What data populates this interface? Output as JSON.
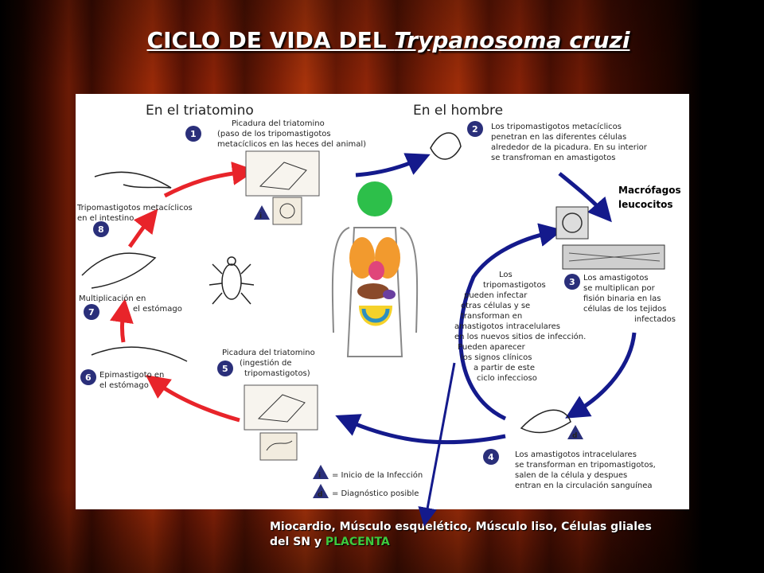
{
  "title": {
    "main": "CICLO DE VIDA DEL ",
    "italic": "Trypanosoma cruzi"
  },
  "headings": {
    "left": "En el triatomino",
    "right": "En el hombre"
  },
  "steps": [
    {
      "num": "1",
      "lines": [
        "Picadura del triatomino",
        "(paso de los tripomastigotos",
        "metacíclicos en las heces del animal)"
      ]
    },
    {
      "num": "2",
      "lines": [
        "Los tripomastigotos metacíclicos",
        "penetran en las diferentes células",
        "alrededor de la picadura. En su interior",
        "se transfroman en amastigotos"
      ]
    },
    {
      "num": "3",
      "lines": [
        "Los amastigotos",
        "se multiplican por",
        "fisión binaria en las",
        "células de los tejidos",
        "infectados"
      ]
    },
    {
      "num": "4",
      "lines": [
        "Los amastigotos intracelulares",
        "se transforman en tripomastigotos,",
        "salen de la célula y despues",
        "entran en la circulación sanguínea"
      ]
    },
    {
      "num": "5",
      "lines": [
        "Picadura del triatomino",
        "(ingestión de",
        "tripomastigotos)"
      ]
    },
    {
      "num": "6",
      "lines": [
        "Epimastigoto en",
        "el estómago"
      ]
    },
    {
      "num": "7",
      "lines": [
        "Multiplicación en",
        "el estómago"
      ]
    },
    {
      "num": "8",
      "lines": [
        "Tripomastigotos metacíclicos",
        "en el intestino"
      ]
    }
  ],
  "center_note": [
    "Los",
    "tripomastigotos",
    "pueden infectar",
    "otras células y se",
    "transforman en",
    "amastigotos intracelulares",
    "en los nuevos sitios de infección.",
    "Pueden aparecer",
    "los signos clínicos",
    "a partir de este",
    "ciclo infeccioso"
  ],
  "legend": {
    "i_symbol": "i",
    "i_label": "= Inicio de la Infección",
    "d_symbol": "d",
    "d_label": "= Diagnóstico posible"
  },
  "side_label": {
    "line1": "Macrófagos",
    "line2": "leucocitos"
  },
  "bottom_caption": {
    "text": "Miocardio, Músculo esquelético, Músculo liso, Células gliales del SN y ",
    "highlight": "PLACENTA"
  },
  "colors": {
    "red_arrow": "#e8242a",
    "blue_arrow": "#141a8c",
    "step_circle": "#2a2f7a",
    "highlight": "#3ec93e"
  }
}
